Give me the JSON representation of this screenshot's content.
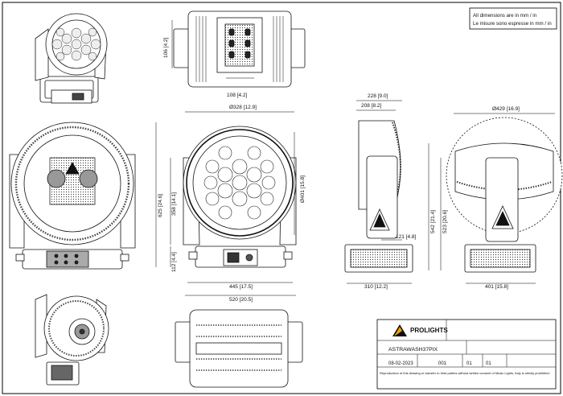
{
  "sheet_note": {
    "line1": "All dimensions are in mm / in",
    "line2": "Le misure sono espresse in mm / in"
  },
  "dimensions": {
    "top_mount_height": "106 [4.2]",
    "top_mount_width": "108 [4.2]",
    "front_head_dia": "Ø328 [12.9]",
    "front_lens_dia": "Ø401 [15.8]",
    "front_total_height": "625 [24.6]",
    "front_yoke_height": "358 [14.1]",
    "front_base_height": "112 [4.4]",
    "front_base_width": "445 [17.5]",
    "front_total_width": "520 [20.5]",
    "side_depth": "228 [9.0]",
    "side_head_depth": "208 [8.2]",
    "side_offset": "121 [4.8]",
    "side_base_width": "310 [12.2]",
    "side_swing_dia": "Ø429 [16.9]",
    "side_total_height": "542 [21.4]",
    "side_pivot_height": "523 [20.6]",
    "side_total_width": "401 [15.8]"
  },
  "title_block": {
    "brand": "PROLIGHTS",
    "model": "ASTRAWASH37PIX",
    "date": "08-02-2023",
    "sheet": "001",
    "scale_a": "01",
    "scale_b": "01",
    "copyright": "Reproduction of this drawing or transfer to third parties without written consent of Music Lights, Italy is strictly prohibited."
  },
  "icons": {
    "logo": "prolights-triangle-logo"
  }
}
